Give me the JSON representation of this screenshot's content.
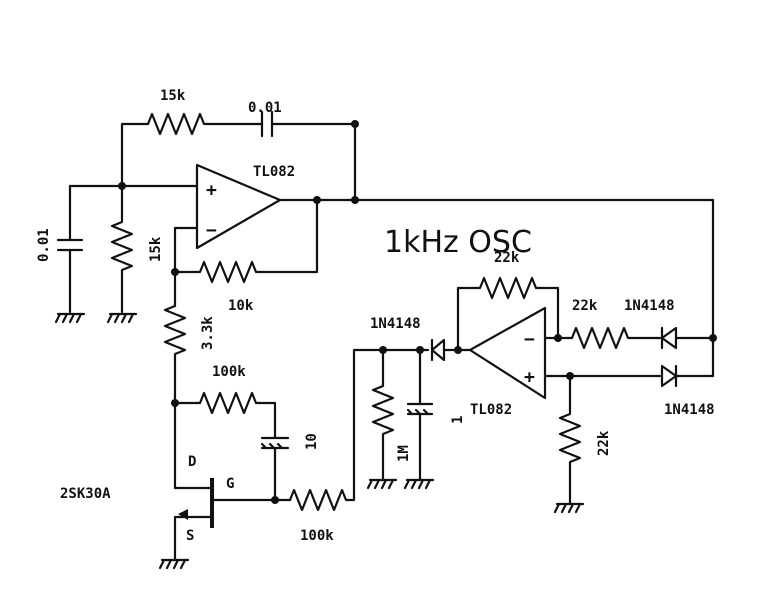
{
  "title": "1kHz  OSC",
  "labels": {
    "r_15k_top": "15k",
    "c_001_top": "0.01",
    "opamp1": "TL082",
    "c_001_left": "0.01",
    "r_15k_vertical": "15k",
    "r_10k": "10k",
    "r_33k": "3.3k",
    "r_100k_upper": "100k",
    "c_10": "10",
    "fet_d": "D",
    "fet_g": "G",
    "fet_s": "S",
    "fet_part": "2SK30A",
    "r_100k_lower": "100k",
    "diode_in": "1N4148",
    "r_1m": "1M",
    "c_1": "1",
    "opamp2": "TL082",
    "r_22k_fb": "22k",
    "r_22k_in": "22k",
    "diode_top": "1N4148",
    "diode_bottom": "1N4148",
    "r_22k_ground": "22k",
    "plus": "+",
    "minus": "−"
  }
}
